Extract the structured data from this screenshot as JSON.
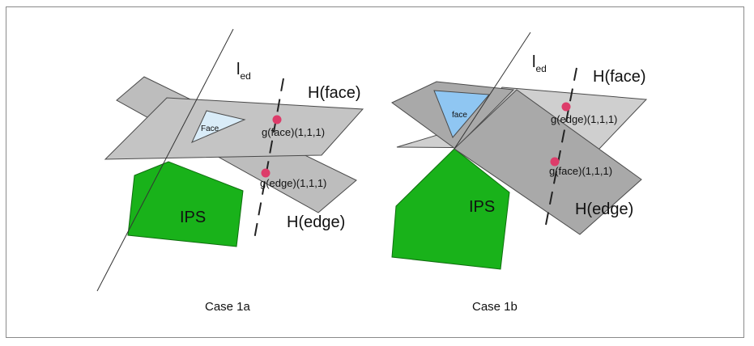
{
  "colors": {
    "plane_dark": "#a9a9a9",
    "plane_mid": "#bdbdbd",
    "plane_light": "#cfcfcf",
    "plane_stroke": "#4a4a4a",
    "ips_green": "#19b21a",
    "face_light": "#d9ecf8",
    "face_blue": "#8fc6f2",
    "point_pink": "#dd3c6a"
  },
  "case_1a": {
    "caption": "Case 1a",
    "line_label_main": "l",
    "line_label_sub": "ed",
    "h_face_label": "H(face)",
    "h_edge_label": "H(edge)",
    "ips_label": "IPS",
    "face_label": "Face",
    "point_face_label": "g(face)(1,1,1)",
    "point_edge_label": "g(edge)(1,1,1)"
  },
  "case_1b": {
    "caption": "Case 1b",
    "line_label_main": "l",
    "line_label_sub": "ed",
    "h_face_label": "H(face)",
    "h_edge_label": "H(edge)",
    "ips_label": "IPS",
    "face_label": "face",
    "point_edge_label": "g(edge)(1,1,1)",
    "point_face_label": "g(face)(1,1,1)"
  }
}
